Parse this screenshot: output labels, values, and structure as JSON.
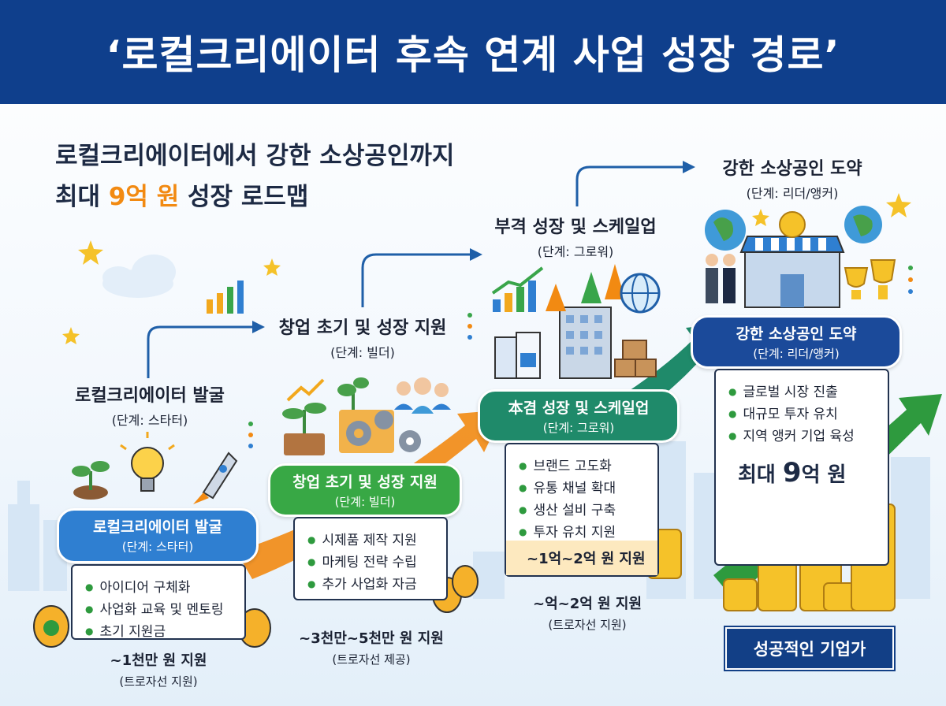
{
  "banner": {
    "title": "‘로컬크리에이터 후속 연계 사업 성장 경로’"
  },
  "headline": {
    "line1": "로컬크리에이터에서 강한 소상공인까지",
    "line2_pre": "최대 ",
    "line2_highlight": "9억 원",
    "line2_post": " 성장 로드맵"
  },
  "stages": [
    {
      "title": "로컬크리에이터 발굴",
      "phase": "(단계: 스타터)",
      "pill_title": "로컬크리에이터 발굴",
      "pill_phase": "(단계: 스타터)",
      "items": [
        "아이디어 구체화",
        "사업화 교육 및 멘토링",
        "초기 지원금"
      ],
      "amount": "~1천만 원 지원",
      "amount_note": "(트로자선 지원)"
    },
    {
      "title": "창업 초기 및 성장 지원",
      "phase": "(단계: 빌더)",
      "pill_title": "창업 초기 및 성장 지원",
      "pill_phase": "(단계: 빌더)",
      "items": [
        "시제품 제작 지원",
        "마케팅 전략 수립",
        "추가 사업화 자금"
      ],
      "amount": "~3천만~5천만 원 지원",
      "amount_note": "(트로자선 제공)"
    },
    {
      "title": "부격 성장 및 스케일업",
      "phase": "(단계: 그로워)",
      "pill_title": "本겸 성장 및 스케일업",
      "pill_phase": "(단계: 그로워)",
      "items": [
        "브랜드 고도화",
        "유통 채널 확대",
        "생산 설비 구축",
        "투자 유치 지원"
      ],
      "band": "~1억~2억 원 지원",
      "amount": "~억~2억 원 지원",
      "amount_note": "(트로자선 지원)"
    },
    {
      "title": "강한 소상공인 도약",
      "phase": "(단계: 리더/앵커)",
      "pill_title": "강한 소상공인 도약",
      "pill_phase": "(단계: 리더/앵커)",
      "items": [
        "글로벌 시장 진출",
        "대규모 투자 유치",
        "지역 앵커 기업 육성"
      ],
      "max_pre": "최대 ",
      "max_num": "9",
      "max_post": "억 원",
      "ribbon": "성공적인 기업가"
    }
  ],
  "colors": {
    "navy": "#0f3f8c",
    "blue_pill": "#2f7fd1",
    "green_pill": "#38a845",
    "teal_pill": "#1f8a6a",
    "navy_pill": "#1b4a9a",
    "orange": "#f28a12",
    "green_arrow": "#2e9a3e"
  },
  "icons": [
    "sprout-icon",
    "lightbulb-icon",
    "rocket-icon",
    "money-bag-icon",
    "gear-icon",
    "people-icon",
    "milk-carton-icon",
    "buildings-icon",
    "globe-icon",
    "boxes-icon",
    "store-icon",
    "trophy-icon",
    "coin-stack-icon",
    "star-icon",
    "cloud-icon"
  ]
}
